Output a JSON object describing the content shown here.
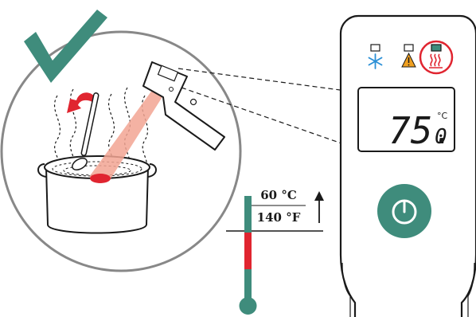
{
  "thermometer_display": {
    "reading_integer": "75.",
    "reading_decimal": "0",
    "unit": "°C",
    "indicators": [
      {
        "name": "frozen",
        "icon": "snowflake-icon",
        "active": false
      },
      {
        "name": "warning",
        "icon": "warning-triangle-icon",
        "active": false
      },
      {
        "name": "heating",
        "icon": "heat-waves-icon",
        "active": true
      }
    ]
  },
  "threshold": {
    "celsius": "60 °C",
    "fahrenheit": "140 °F"
  },
  "colors": {
    "teal": "#3f8c7c",
    "red": "#e02530",
    "outline": "#1a1a1a"
  }
}
